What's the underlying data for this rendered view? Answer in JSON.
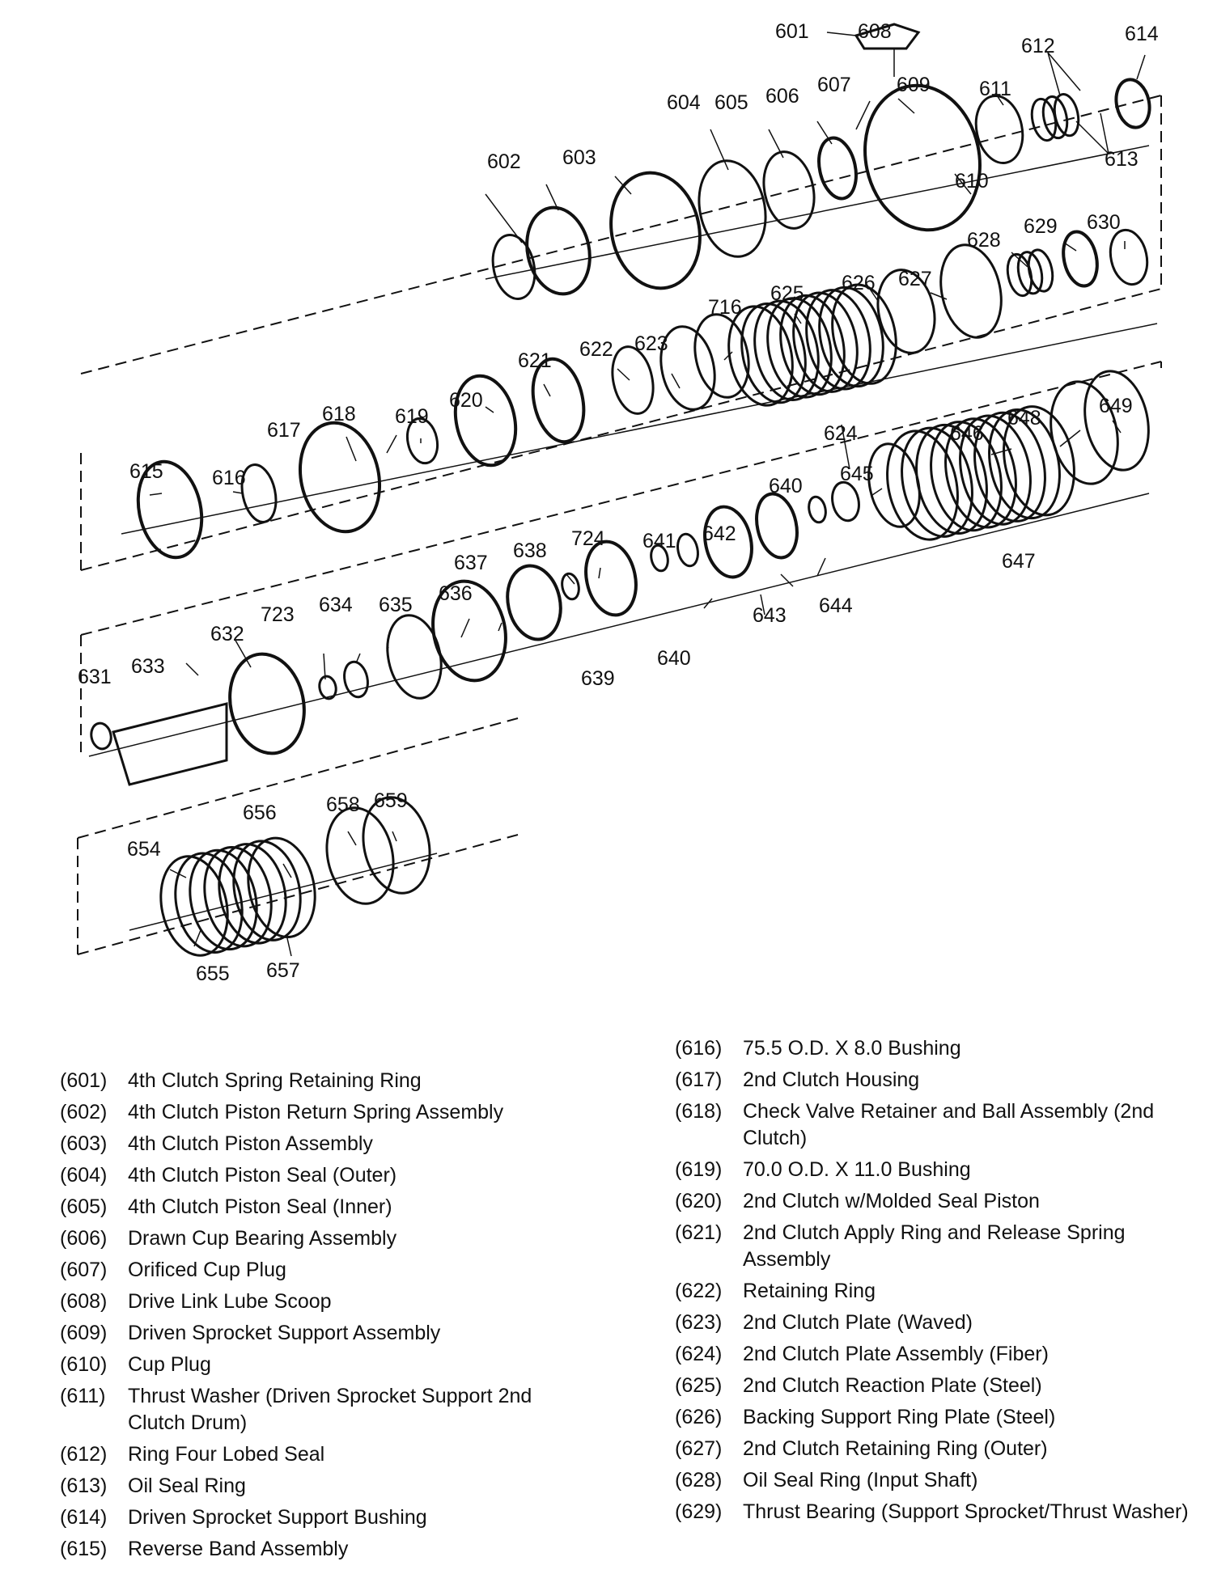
{
  "diagram_labels": [
    "601",
    "602",
    "603",
    "604",
    "605",
    "606",
    "607",
    "608",
    "609",
    "610",
    "611",
    "612",
    "613",
    "614",
    "615",
    "616",
    "617",
    "618",
    "619",
    "620",
    "621",
    "622",
    "623",
    "624",
    "625",
    "626",
    "627",
    "628",
    "629",
    "630",
    "631",
    "632",
    "633",
    "634",
    "635",
    "636",
    "637",
    "638",
    "639",
    "640",
    "640",
    "641",
    "642",
    "643",
    "644",
    "645",
    "646",
    "647",
    "648",
    "649",
    "654",
    "655",
    "656",
    "657",
    "658",
    "659",
    "716",
    "723",
    "724"
  ],
  "legend_left": [
    {
      "code": "(601)",
      "text": "4th Clutch Spring Retaining Ring"
    },
    {
      "code": "(602)",
      "text": "4th Clutch Piston Return Spring Assembly"
    },
    {
      "code": "(603)",
      "text": "4th Clutch Piston Assembly"
    },
    {
      "code": "(604)",
      "text": "4th Clutch Piston Seal (Outer)"
    },
    {
      "code": "(605)",
      "text": "4th Clutch Piston Seal (Inner)"
    },
    {
      "code": "(606)",
      "text": "Drawn Cup Bearing Assembly"
    },
    {
      "code": "(607)",
      "text": "Orificed Cup Plug"
    },
    {
      "code": "(608)",
      "text": "Drive Link Lube Scoop"
    },
    {
      "code": "(609)",
      "text": "Driven Sprocket Support Assembly"
    },
    {
      "code": "(610)",
      "text": "Cup Plug"
    },
    {
      "code": "(611)",
      "text": "Thrust Washer (Driven Sprocket Support 2nd Clutch Drum)"
    },
    {
      "code": "(612)",
      "text": "Ring Four Lobed Seal"
    },
    {
      "code": "(613)",
      "text": "Oil Seal Ring"
    },
    {
      "code": "(614)",
      "text": "Driven Sprocket Support Bushing"
    },
    {
      "code": "(615)",
      "text": "Reverse Band Assembly"
    }
  ],
  "legend_right": [
    {
      "code": "(616)",
      "text": "75.5 O.D. X 8.0 Bushing"
    },
    {
      "code": "(617)",
      "text": "2nd Clutch Housing"
    },
    {
      "code": "(618)",
      "text": "Check Valve Retainer and Ball Assembly (2nd Clutch)"
    },
    {
      "code": "(619)",
      "text": "70.0 O.D. X 11.0 Bushing"
    },
    {
      "code": "(620)",
      "text": "2nd Clutch w/Molded Seal Piston"
    },
    {
      "code": "(621)",
      "text": "2nd Clutch Apply Ring and Release Spring Assembly"
    },
    {
      "code": "(622)",
      "text": "Retaining Ring"
    },
    {
      "code": "(623)",
      "text": "2nd Clutch Plate (Waved)"
    },
    {
      "code": "(624)",
      "text": "2nd Clutch Plate Assembly (Fiber)"
    },
    {
      "code": "(625)",
      "text": "2nd Clutch Reaction Plate (Steel)"
    },
    {
      "code": "(626)",
      "text": "Backing Support Ring Plate (Steel)"
    },
    {
      "code": "(627)",
      "text": "2nd Clutch Retaining Ring (Outer)"
    },
    {
      "code": "(628)",
      "text": "Oil Seal Ring (Input Shaft)"
    },
    {
      "code": "(629)",
      "text": "Thrust Bearing (Support Sprocket/Thrust Washer)"
    }
  ]
}
